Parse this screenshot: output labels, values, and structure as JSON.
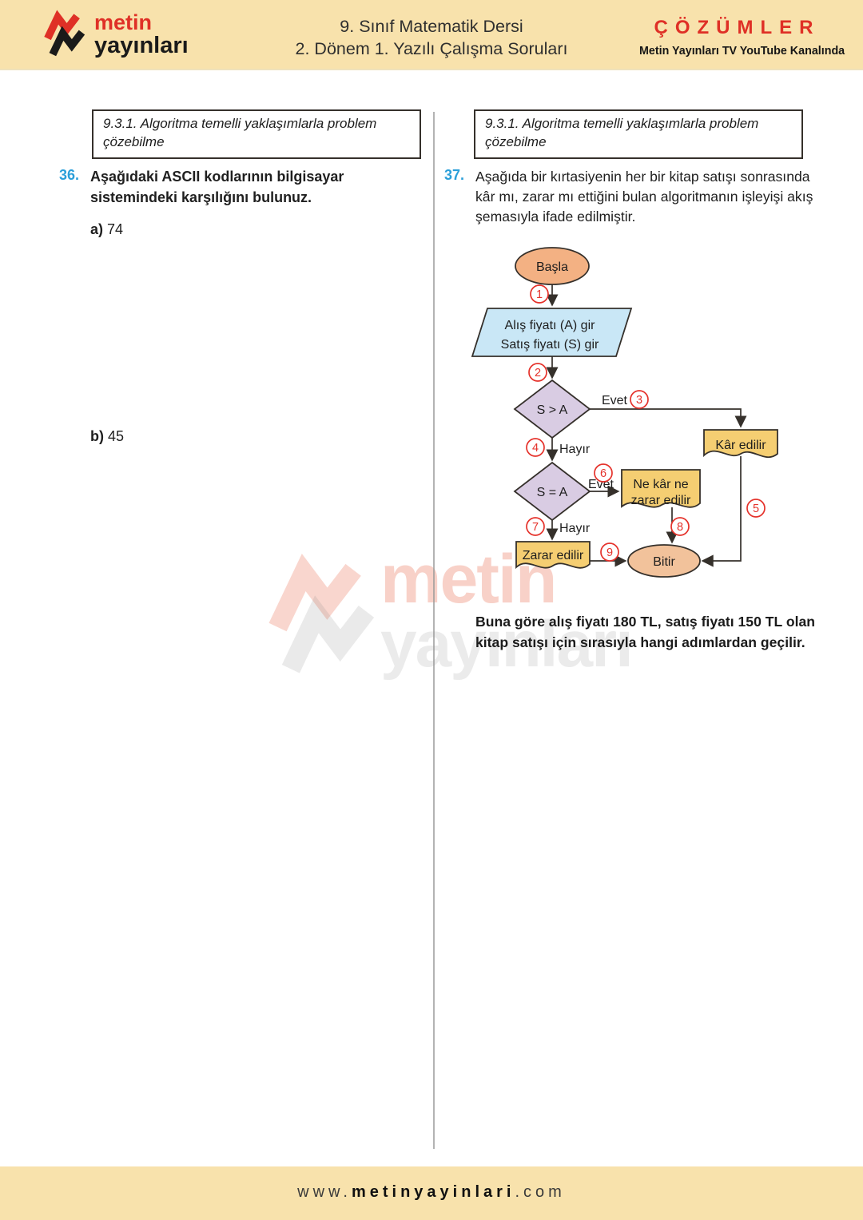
{
  "theme": {
    "band": "#F8E2AC",
    "accent-red": "#DF3026",
    "number-blue": "#2B9FD9",
    "divider": "#9A9A9A",
    "shape-stroke": "#35302B",
    "terminal-fill": "#F3B183",
    "end-fill": "#F2C29B",
    "io-fill": "#C9E7F6",
    "decision-fill": "#D9CCE3",
    "doc-fill": "#F5CE72",
    "step-red": "#E5322B"
  },
  "header": {
    "logo_word1": "metin",
    "logo_word2": "yayınları",
    "title_line1": "9. Sınıf Matematik Dersi",
    "title_line2": "2. Dönem 1. Yazılı Çalışma Soruları",
    "solutions_title": "ÇÖZÜMLER",
    "solutions_subtitle": "Metin Yayınları TV YouTube Kanalında"
  },
  "questions": {
    "left": {
      "objective": "9.3.1. Algoritma temelli yaklaşımlarla problem çözebilme",
      "number": "36.",
      "text": "Aşağıdaki ASCII kodlarının bilgisayar sistemindeki karşılığını bulunuz.",
      "item_a_label": "a)",
      "item_a_value": "74",
      "item_b_label": "b)",
      "item_b_value": "45"
    },
    "right": {
      "objective": "9.3.1. Algoritma temelli yaklaşımlarla problem çözebilme",
      "number": "37.",
      "text": "Aşağıda bir kırtasiyenin her bir kitap satışı sonrasında kâr mı, zarar mı ettiğini bulan algoritmanın işleyişi akış şemasıyla ifade edilmiştir.",
      "followup": "Buna göre alış fiyatı 180 TL, satış fiyatı 150 TL olan kitap satışı için sırasıyla hangi adımlardan geçilir."
    }
  },
  "flowchart": {
    "start_label": "Başla",
    "io_line1": "Alış fiyatı (A) gir",
    "io_line2": "Satış fiyatı (S) gir",
    "decision1_label": "S > A",
    "decision2_label": "S = A",
    "yes1": "Evet",
    "no1": "Hayır",
    "yes2": "Evet",
    "no2": "Hayır",
    "profit_label": "Kâr edilir",
    "neither_line1": "Ne kâr ne",
    "neither_line2": "zarar edilir",
    "loss_label": "Zarar edilir",
    "end_label": "Bitir",
    "steps": [
      "1",
      "2",
      "3",
      "4",
      "5",
      "6",
      "7",
      "8",
      "9"
    ]
  },
  "watermark": {
    "word1": "metin",
    "word2": "yayınları"
  },
  "footer": {
    "prefix": "www.",
    "domain": "metinyayinlari",
    "suffix": ".com"
  }
}
